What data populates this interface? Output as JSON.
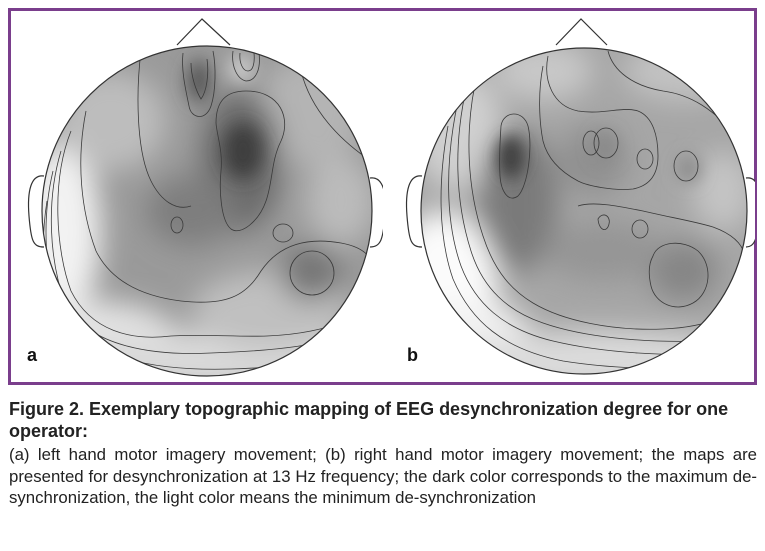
{
  "figure": {
    "frame_color": "#7a3e8c",
    "panels": [
      {
        "id": "a",
        "label": "a"
      },
      {
        "id": "b",
        "label": "b"
      }
    ]
  },
  "caption": {
    "title": "Figure 2. Exemplary topographic mapping of EEG desynchronization degree for one operator:",
    "body": "(a) left hand motor imagery movement; (b) right hand motor imagery movement; the maps are presented for desynchronization at 13 Hz frequency; the dark color corresponds to the maximum de-synchronization, the light color means the minimum de-synchronization"
  }
}
